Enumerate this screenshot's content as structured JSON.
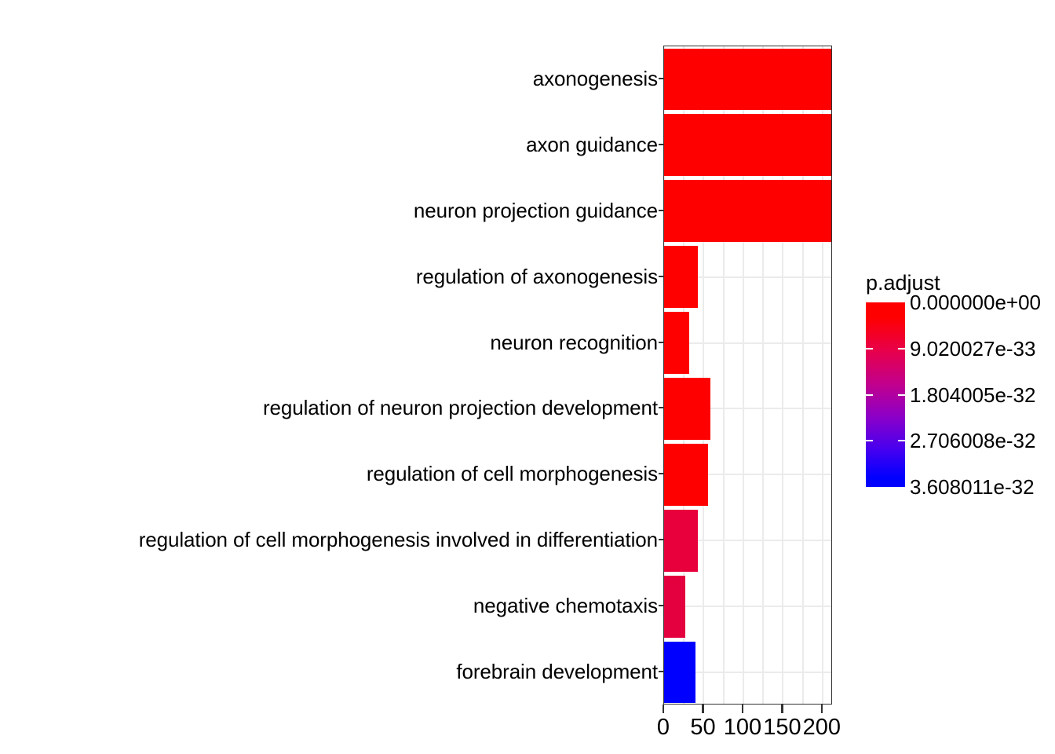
{
  "chart_data": {
    "type": "bar",
    "orientation": "horizontal",
    "title": "",
    "xlabel": "",
    "ylabel": "",
    "xlim": [
      0,
      213
    ],
    "xticks": [
      0,
      50,
      100,
      150,
      200
    ],
    "xticklabels": [
      "0",
      "50",
      "100",
      "150",
      "200"
    ],
    "grid": true,
    "grid_minor_step": 25,
    "categories": [
      "axonogenesis",
      "axon guidance",
      "neuron projection guidance",
      "regulation of axonogenesis",
      "neuron recognition",
      "regulation of neuron projection development",
      "regulation of cell morphogenesis",
      "regulation of cell morphogenesis involved in differentiation",
      "negative chemotaxis",
      "forebrain development"
    ],
    "values": [
      211,
      211,
      213,
      43,
      32,
      58,
      55,
      43,
      27,
      40
    ],
    "colors": [
      "#FF0000",
      "#FF0000",
      "#FF0000",
      "#FF0000",
      "#FF0000",
      "#FF0000",
      "#FF0000",
      "#E8003C",
      "#E4003F",
      "#0000FF"
    ],
    "color_values": [
      0,
      0,
      0,
      0,
      0,
      0,
      0,
      2.2e-33,
      2.4e-33,
      3.608011e-32
    ],
    "legend": {
      "title": "p.adjust",
      "position": "right",
      "type": "continuous-colorbar",
      "gradient_from": "#FF0000",
      "gradient_to": "#0000FF",
      "ticks": [
        "0.000000e+00",
        "9.020027e-33",
        "1.804005e-32",
        "2.706008e-32",
        "3.608011e-32"
      ],
      "tick_values": [
        0,
        9.020027e-33,
        1.804005e-32,
        2.706008e-32,
        3.608011e-32
      ]
    }
  },
  "theme": {
    "panel_background": "#FFFFFF",
    "grid_color": "#EBEBEB",
    "axis_color": "#333333",
    "text_color": "#000000"
  }
}
